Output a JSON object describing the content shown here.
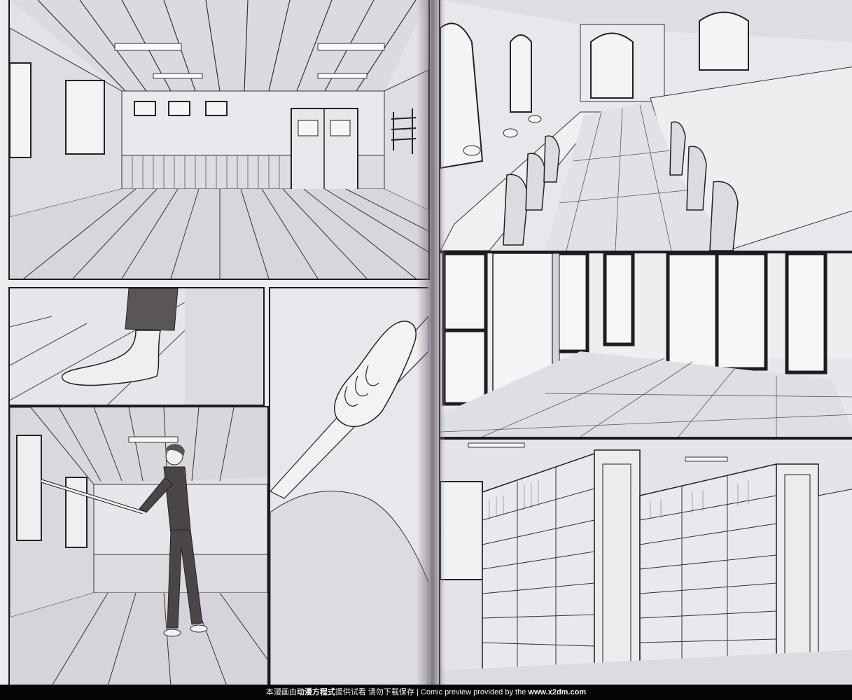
{
  "spread": {
    "left_page": {
      "panels": [
        {
          "id": "dojo-wide",
          "description": "Empty wooden dojo interior with plank floor, windows, framed scrolls, double doors and a sword rack"
        },
        {
          "id": "bare-foot",
          "description": "Close-up of a bare foot stepping on the wooden floor under a dark trouser leg"
        },
        {
          "id": "hand-grip",
          "description": "Close-up of a hand gripping a bamboo sword hilt"
        },
        {
          "id": "swordsman",
          "description": "Young man in a dark suit holding a bamboo sword in the dojo"
        }
      ]
    },
    "right_page": {
      "panels": [
        {
          "id": "reading-room",
          "description": "Library reading room with long desks, chairs and desk lamps under arched windows"
        },
        {
          "id": "corridor",
          "description": "Tiled corridor with a square pillar and tall dark-framed windows"
        },
        {
          "id": "bookshelves",
          "description": "Rows of tall library bookshelves filled with books"
        }
      ]
    }
  },
  "footer": {
    "cn_prefix": "本漫画由",
    "cn_brand": "动漫方程式",
    "cn_suffix": "提供试看  请勿下载保存",
    "separator": "|",
    "en_text": "Comic preview provided by the",
    "url": "www.x2dm.com"
  }
}
